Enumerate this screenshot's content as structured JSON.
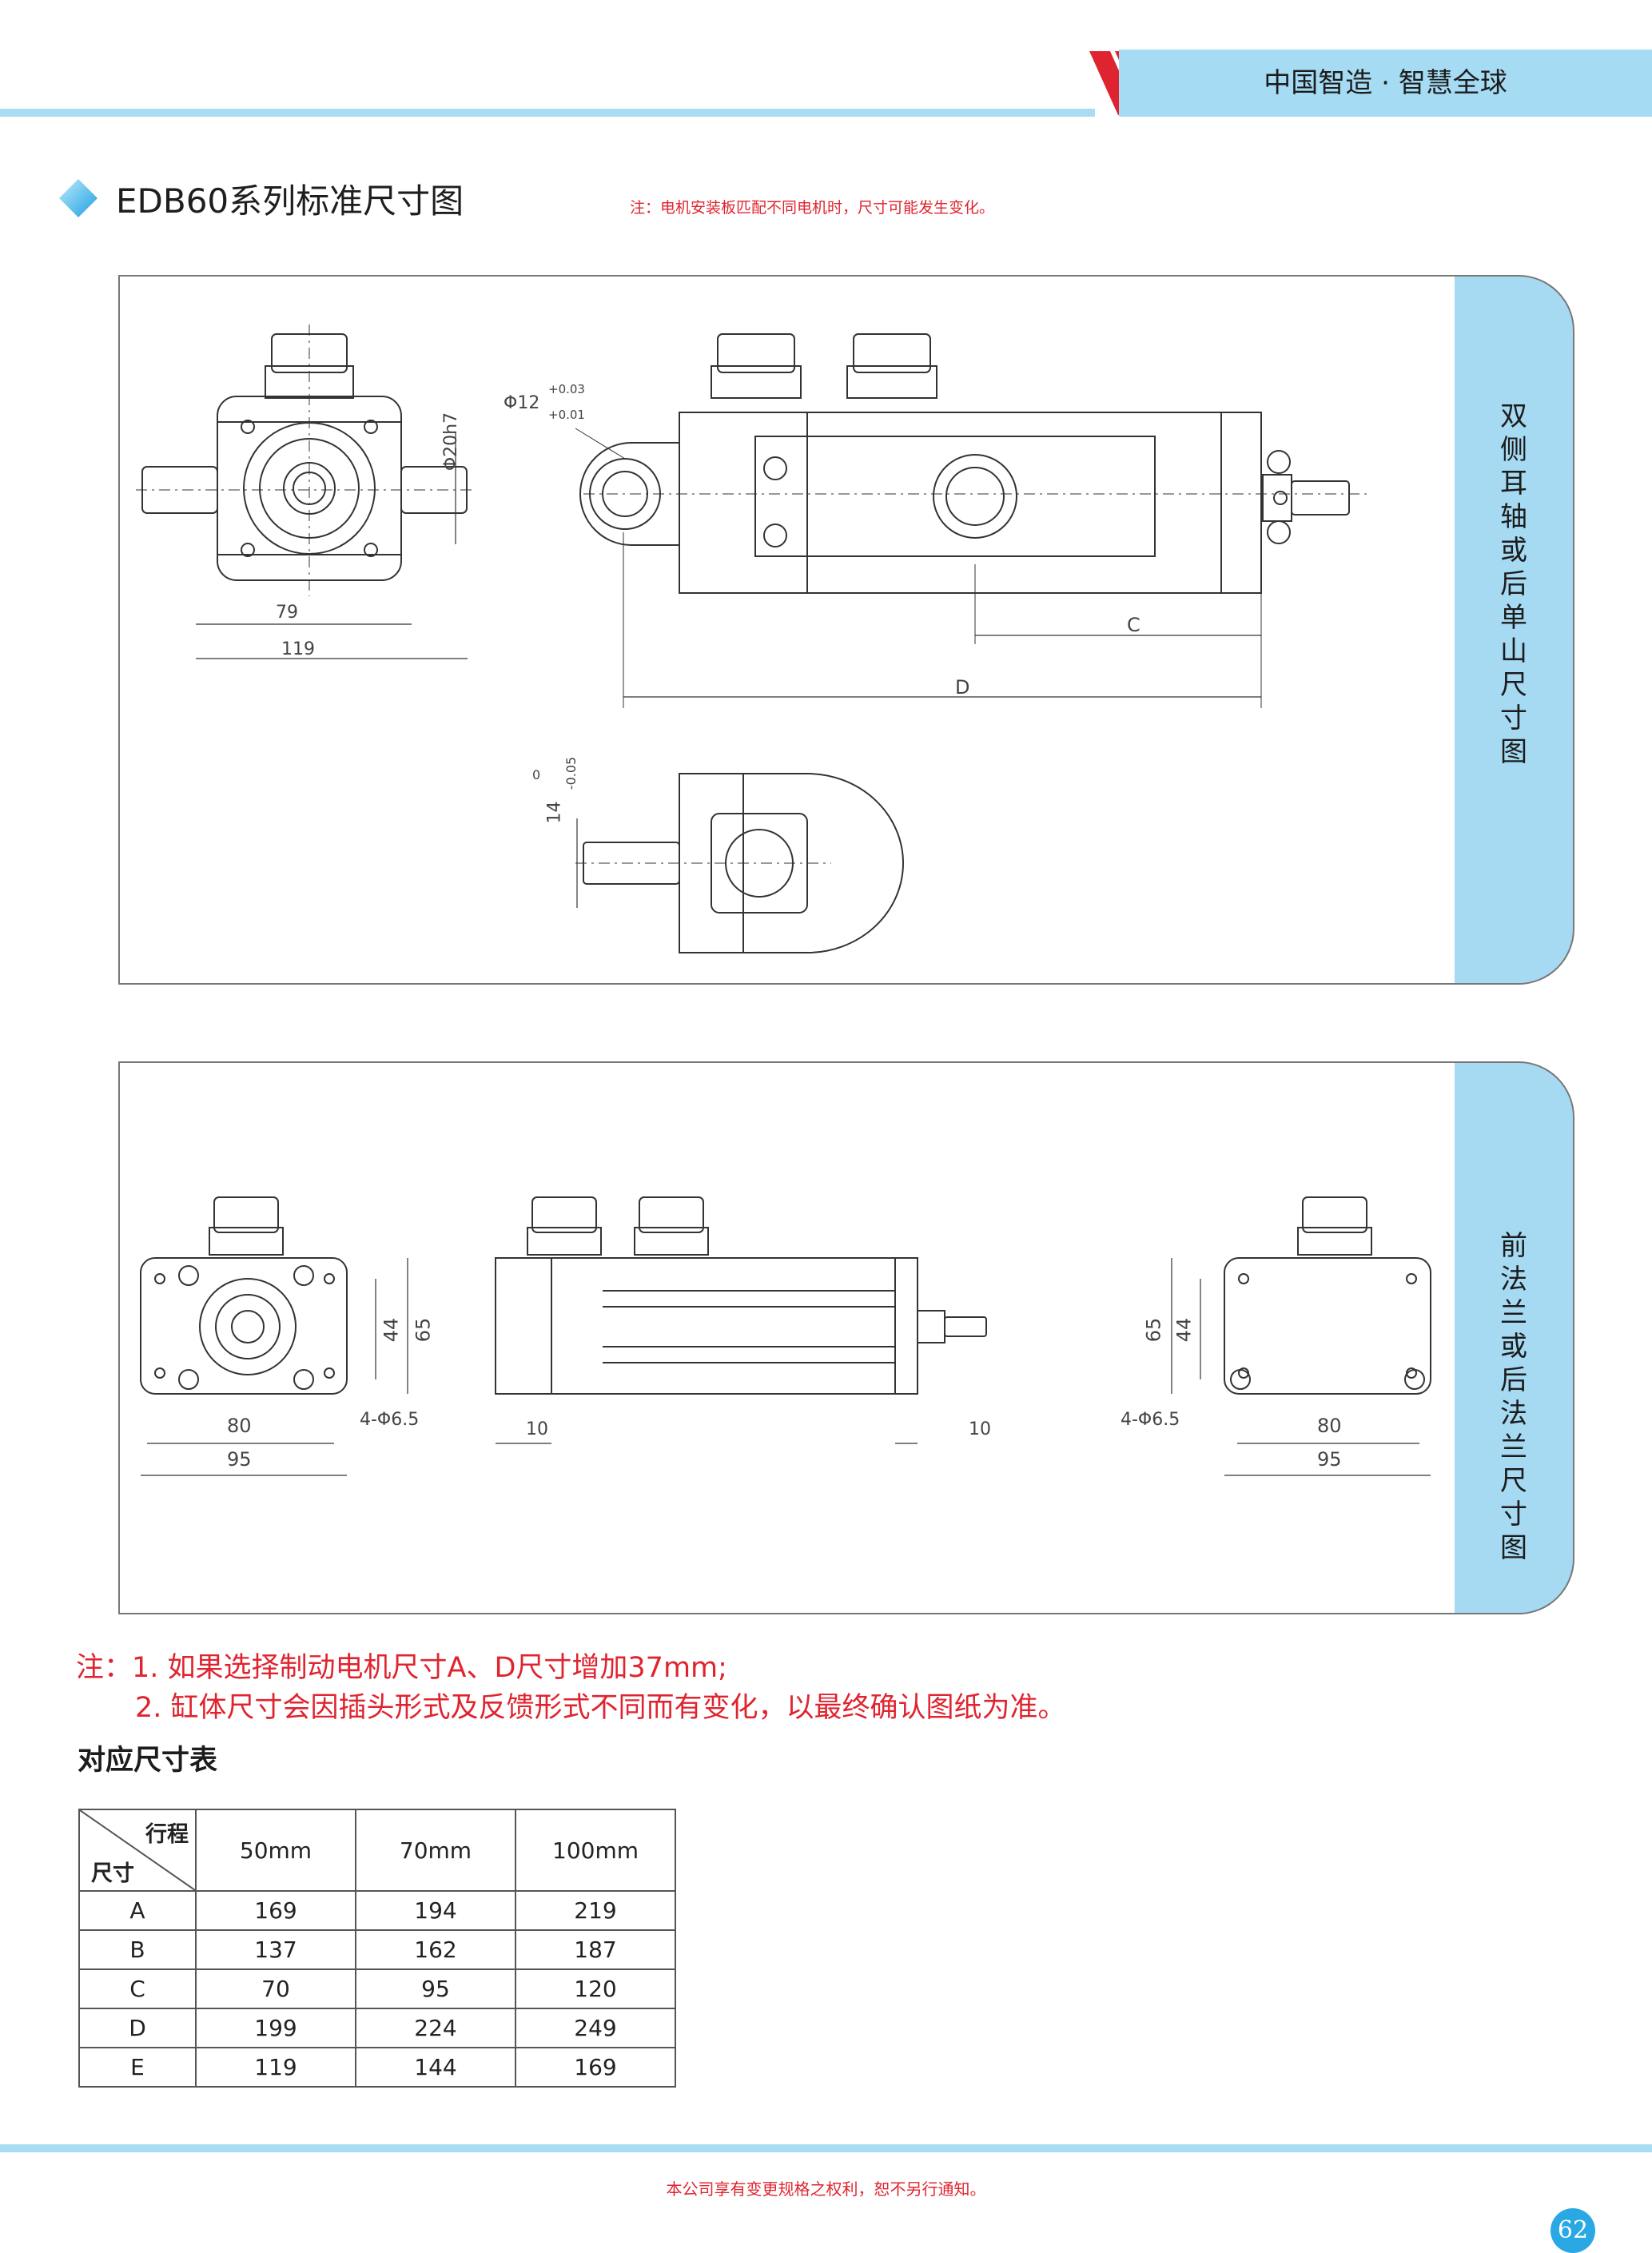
{
  "header": {
    "slogan": "中国智造 · 智慧全球"
  },
  "title": "EDB60系列标准尺寸图",
  "top_note": "注：电机安装板匹配不同电机时，尺寸可能发生变化。",
  "panel1": {
    "tab_label": "双侧耳轴或后单山尺寸图",
    "dims": {
      "d20": "Φ20h7",
      "d12": "Φ12",
      "tol_up": "+0.03",
      "tol_low": "+0.01",
      "w79": "79",
      "w119": "119",
      "c": "C",
      "d": "D",
      "h14": "14",
      "tol0": "0",
      "tol_neg": "-0.05"
    }
  },
  "panel2": {
    "tab_label": "前法兰或后法兰尺寸图",
    "dims": {
      "h44": "44",
      "h65": "65",
      "w80": "80",
      "w95": "95",
      "holes": "4-Φ6.5",
      "w10": "10",
      "w10b": "10"
    }
  },
  "notes": {
    "line1": "注：1. 如果选择制动电机尺寸A、D尺寸增加37mm;",
    "line2": "2. 缸体尺寸会因插头形式及反馈形式不同而有变化，以最终确认图纸为准。"
  },
  "table": {
    "title": "对应尺寸表",
    "corner_top": "行程",
    "corner_bottom": "尺寸",
    "columns": [
      "50mm",
      "70mm",
      "100mm"
    ],
    "rows": [
      {
        "label": "A",
        "values": [
          "169",
          "194",
          "219"
        ]
      },
      {
        "label": "B",
        "values": [
          "137",
          "162",
          "187"
        ]
      },
      {
        "label": "C",
        "values": [
          "70",
          "95",
          "120"
        ]
      },
      {
        "label": "D",
        "values": [
          "199",
          "224",
          "249"
        ]
      },
      {
        "label": "E",
        "values": [
          "119",
          "144",
          "169"
        ]
      }
    ]
  },
  "footer": {
    "text": "本公司享有变更规格之权利，恕不另行通知。",
    "page": "62"
  },
  "colors": {
    "accent_blue": "#a6d9f2",
    "note_red": "#e0242f",
    "page_blue": "#29a8e4"
  }
}
